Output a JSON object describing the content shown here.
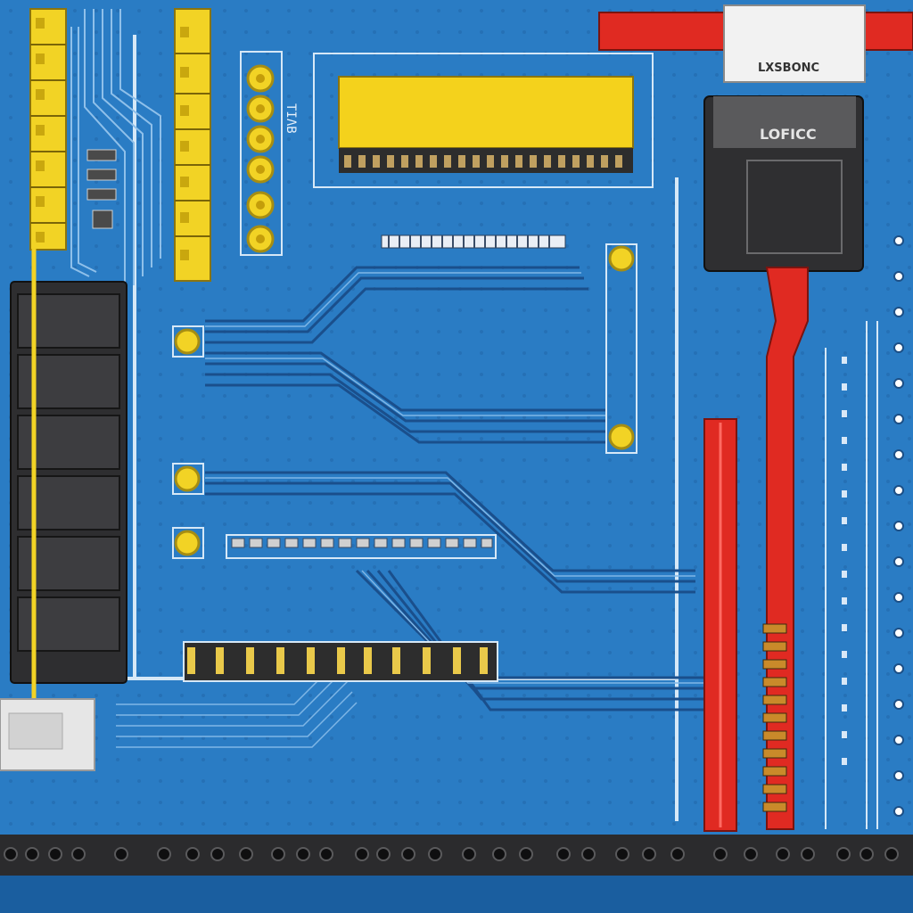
{
  "labels": {
    "connector_top": "LXSBONC",
    "module_main": "LOFICC",
    "silk_small": "TΙΛB"
  },
  "colors": {
    "board": "#2a7cc4",
    "board_dark": "#1c5f9f",
    "trace": "#5ea3df",
    "trace_dark": "#174c86",
    "gold": "#f0d51e",
    "red": "#e02a22",
    "black": "#2c2c2e",
    "silver": "#d9d9d9"
  },
  "icons": [
    "circuit-board",
    "pin-header",
    "solder-pad",
    "ribbon-cable",
    "connector"
  ]
}
